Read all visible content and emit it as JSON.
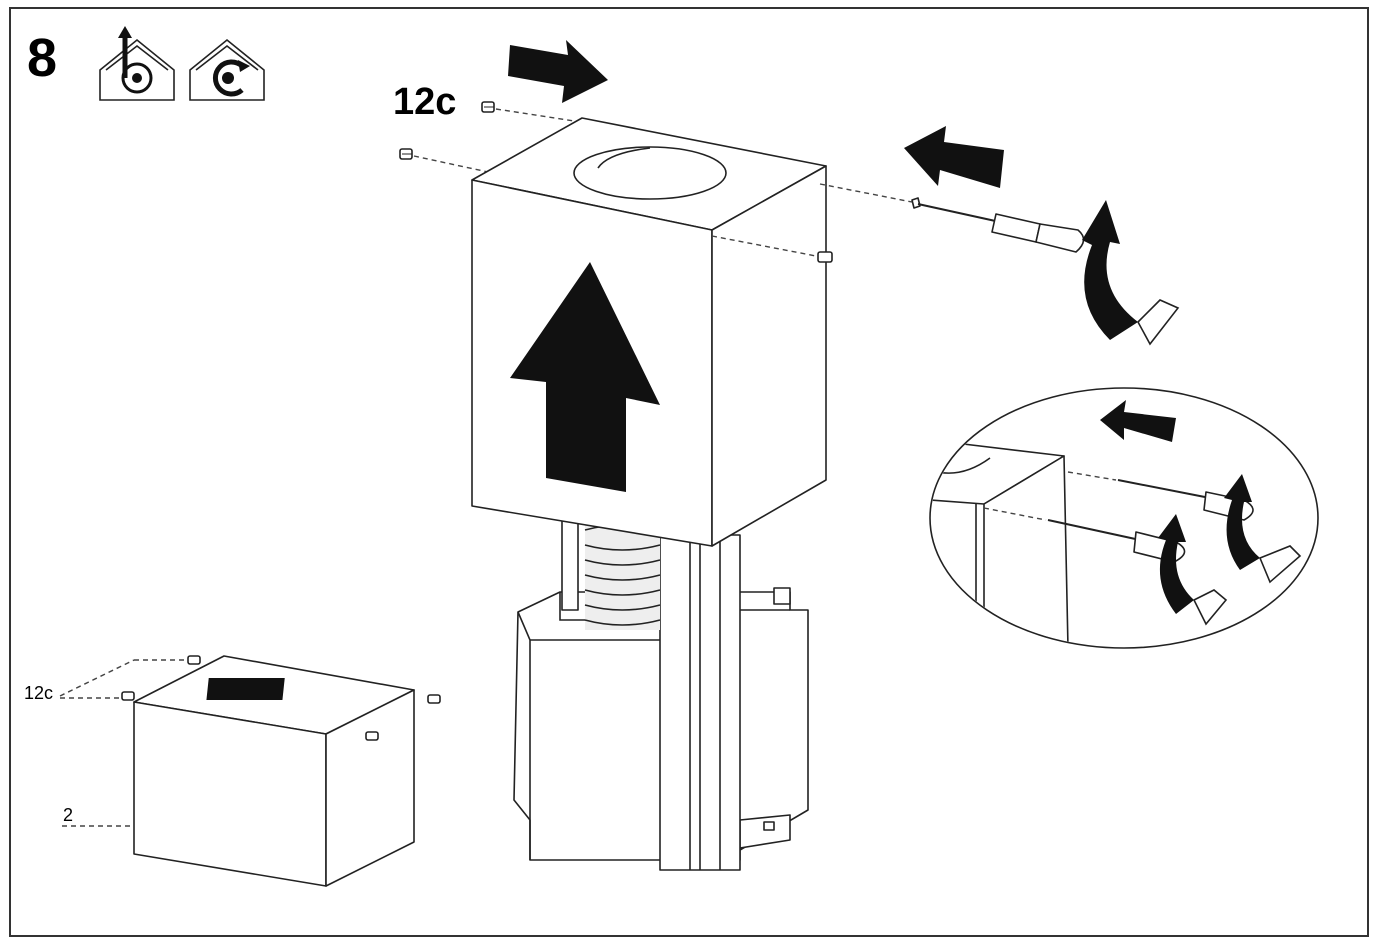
{
  "step": {
    "number": "8"
  },
  "labels": {
    "screw_top": "12c",
    "screw_left": "12c",
    "part_box": "2"
  },
  "icons": {
    "mode_1": "house-ducted-extraction-icon",
    "mode_2": "house-recirculation-icon",
    "screwdriver": "screwdriver-icon"
  },
  "colors": {
    "ink": "#111111",
    "paper": "#ffffff"
  }
}
